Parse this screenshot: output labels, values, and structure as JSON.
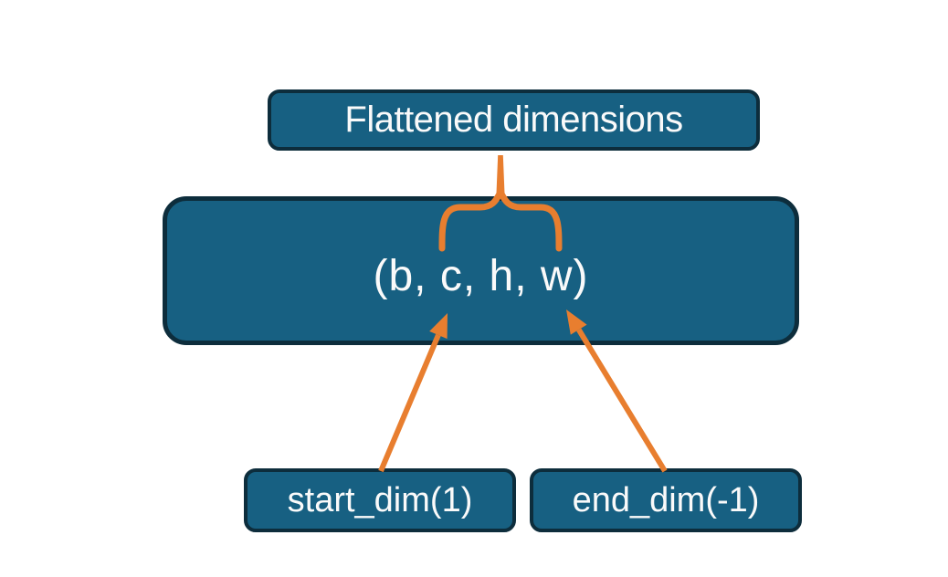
{
  "diagram": {
    "nodes": {
      "flattened": {
        "label": "Flattened dimensions"
      },
      "tensor": {
        "label": "(b, c, h, w)"
      },
      "start_dim": {
        "label": "start_dim(1)"
      },
      "end_dim": {
        "label": "end_dim(-1)"
      }
    },
    "connectors": [
      {
        "type": "brace-with-stem",
        "from": "flattened",
        "spans": "c, h, w"
      },
      {
        "type": "arrow",
        "from": "start_dim",
        "points_to": "c"
      },
      {
        "type": "arrow",
        "from": "end_dim",
        "points_to": "w"
      }
    ]
  },
  "colors": {
    "node_fill": "#176082",
    "node_border": "#0D2D3C",
    "connector": "#E87E2F",
    "label_text": "#FAFAFA",
    "background": "#FFFFFF"
  }
}
